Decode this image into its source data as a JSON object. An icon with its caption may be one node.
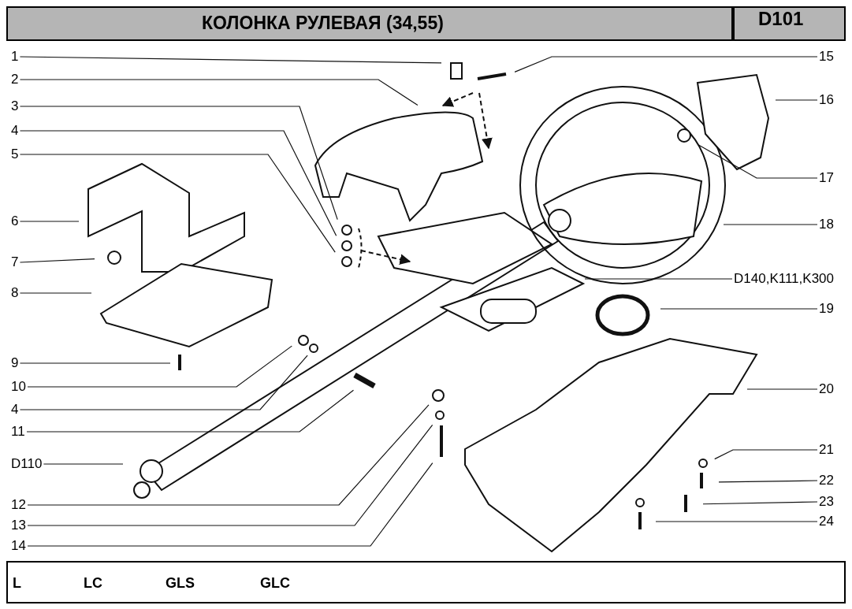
{
  "diagram": {
    "title": "КОЛОНКА РУЛЕВАЯ (34,55)",
    "nodes": [
      {
        "text": [
          "1"
        ]
      },
      {
        "text": [
          "2"
        ]
      },
      {
        "text": [
          "3"
        ]
      },
      {
        "text": [
          "4"
        ]
      },
      {
        "text": [
          "5"
        ]
      },
      {
        "text": [
          "6"
        ]
      },
      {
        "text": [
          "7"
        ]
      },
      {
        "text": [
          "8"
        ]
      },
      {
        "text": [
          "9"
        ]
      },
      {
        "text": [
          "10"
        ]
      },
      {
        "text": [
          "4"
        ]
      },
      {
        "text": [
          "11"
        ]
      },
      {
        "text": [
          "D110"
        ]
      },
      {
        "text": [
          "12"
        ]
      },
      {
        "text": [
          "13"
        ]
      },
      {
        "text": [
          "14"
        ]
      },
      {
        "text": [
          "15"
        ]
      },
      {
        "text": [
          "16"
        ]
      },
      {
        "text": [
          "17"
        ]
      },
      {
        "text": [
          "18"
        ]
      },
      {
        "text": [
          "D140,K111,K300"
        ]
      },
      {
        "text": [
          "19"
        ]
      },
      {
        "text": [
          "20"
        ]
      },
      {
        "text": [
          "21"
        ]
      },
      {
        "text": [
          "22"
        ]
      },
      {
        "text": [
          "23"
        ]
      },
      {
        "text": [
          "24"
        ]
      }
    ],
    "edges": [
      {
        "from": 0,
        "to": null,
        "arrow": "none"
      },
      {
        "from": 1,
        "to": null,
        "arrow": "none"
      },
      {
        "from": 2,
        "to": null,
        "arrow": "none"
      },
      {
        "from": 3,
        "to": null,
        "arrow": "none"
      },
      {
        "from": 4,
        "to": null,
        "arrow": "none"
      },
      {
        "from": 5,
        "to": null,
        "arrow": "none"
      },
      {
        "from": 6,
        "to": null,
        "arrow": "none"
      },
      {
        "from": 7,
        "to": null,
        "arrow": "none"
      },
      {
        "from": 8,
        "to": null,
        "arrow": "none"
      },
      {
        "from": 9,
        "to": null,
        "arrow": "none"
      },
      {
        "from": 10,
        "to": null,
        "arrow": "none"
      },
      {
        "from": 11,
        "to": null,
        "arrow": "none"
      },
      {
        "from": 12,
        "to": null,
        "arrow": "none"
      },
      {
        "from": 13,
        "to": null,
        "arrow": "none"
      },
      {
        "from": 14,
        "to": null,
        "arrow": "none"
      },
      {
        "from": 15,
        "to": null,
        "arrow": "none"
      },
      {
        "from": 16,
        "to": null,
        "arrow": "none"
      },
      {
        "from": 17,
        "to": null,
        "arrow": "none"
      },
      {
        "from": 18,
        "to": null,
        "arrow": "none"
      },
      {
        "from": 19,
        "to": null,
        "arrow": "none"
      },
      {
        "from": 20,
        "to": null,
        "arrow": "none"
      },
      {
        "from": 21,
        "to": null,
        "arrow": "none"
      },
      {
        "from": 22,
        "to": null,
        "arrow": "none"
      },
      {
        "from": 23,
        "to": null,
        "arrow": "none"
      },
      {
        "from": 24,
        "to": null,
        "arrow": "none"
      },
      {
        "from": 25,
        "to": null,
        "arrow": "none"
      },
      {
        "from": 26,
        "to": null,
        "arrow": "none"
      }
    ],
    "labels": [
      "D101",
      "L",
      "LC",
      "GLS",
      "GLC"
    ]
  }
}
